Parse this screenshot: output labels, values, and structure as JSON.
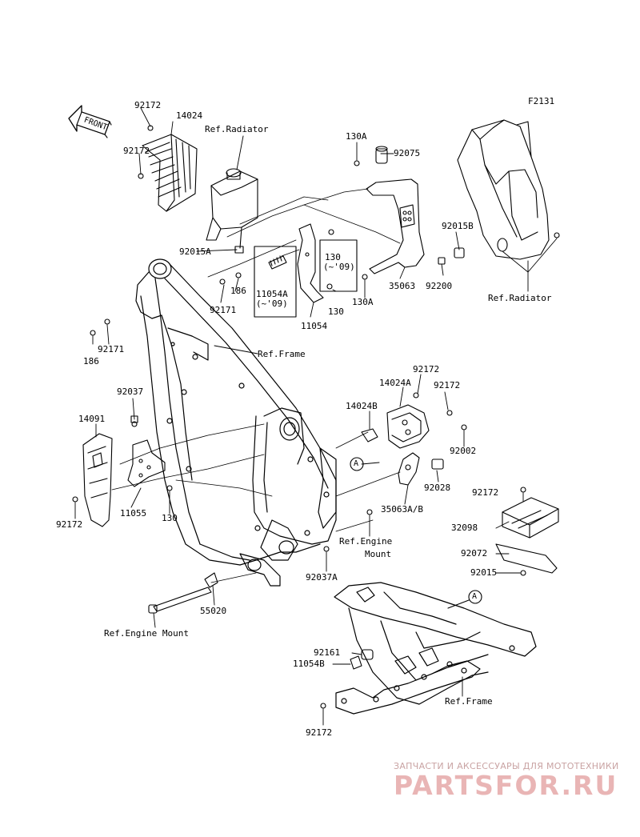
{
  "diagram": {
    "figure_code": "F2131",
    "front_label": "FRONT",
    "labels": {
      "l92172_a": "92172",
      "l14024": "14024",
      "l92172_b": "92172",
      "ref_radiator_top": "Ref.Radiator",
      "l92015a": "92015A",
      "l130a_top": "130A",
      "l92075": "92075",
      "l92015b": "92015B",
      "l92200": "92200",
      "ref_radiator_right": "Ref.Radiator",
      "l35063": "35063",
      "l130a_mid": "130A",
      "l130_top": "130",
      "l09_a": "(~'09)",
      "l130_mid": "130",
      "l11054": "11054",
      "l11054a": "11054A",
      "l09_b": "(~'09)",
      "l186_a": "186",
      "l92171_a": "92171",
      "l92171_b": "92171",
      "l186_b": "186",
      "ref_frame_top": "Ref.Frame",
      "l92172_c": "92172",
      "l14024a": "14024A",
      "l92172_d": "92172",
      "l14024b": "14024B",
      "l92037": "92037",
      "l14091": "14091",
      "l92002": "92002",
      "l92028": "92028",
      "l35063ab": "35063A/B",
      "l92172_e": "92172",
      "l32098": "32098",
      "l92072": "92072",
      "l92015": "92015",
      "l11055": "11055",
      "l130_low": "130",
      "l92172_f": "92172",
      "ref_engine_mount_a": "Ref.Engine",
      "ref_engine_mount_b": "Mount",
      "l92037a": "92037A",
      "l55020": "55020",
      "ref_engine_mount_bottom": "Ref.Engine Mount",
      "l92161": "92161",
      "l11054b": "11054B",
      "ref_frame_bottom": "Ref.Frame",
      "l92172_g": "92172",
      "callout_a1": "A",
      "callout_a2": "A"
    }
  },
  "watermark": {
    "line1": "ЗАПЧАСТИ И АКСЕССУАРЫ ДЛЯ МОТОТЕХНИКИ",
    "logo": "PARTSFOR.RU"
  }
}
